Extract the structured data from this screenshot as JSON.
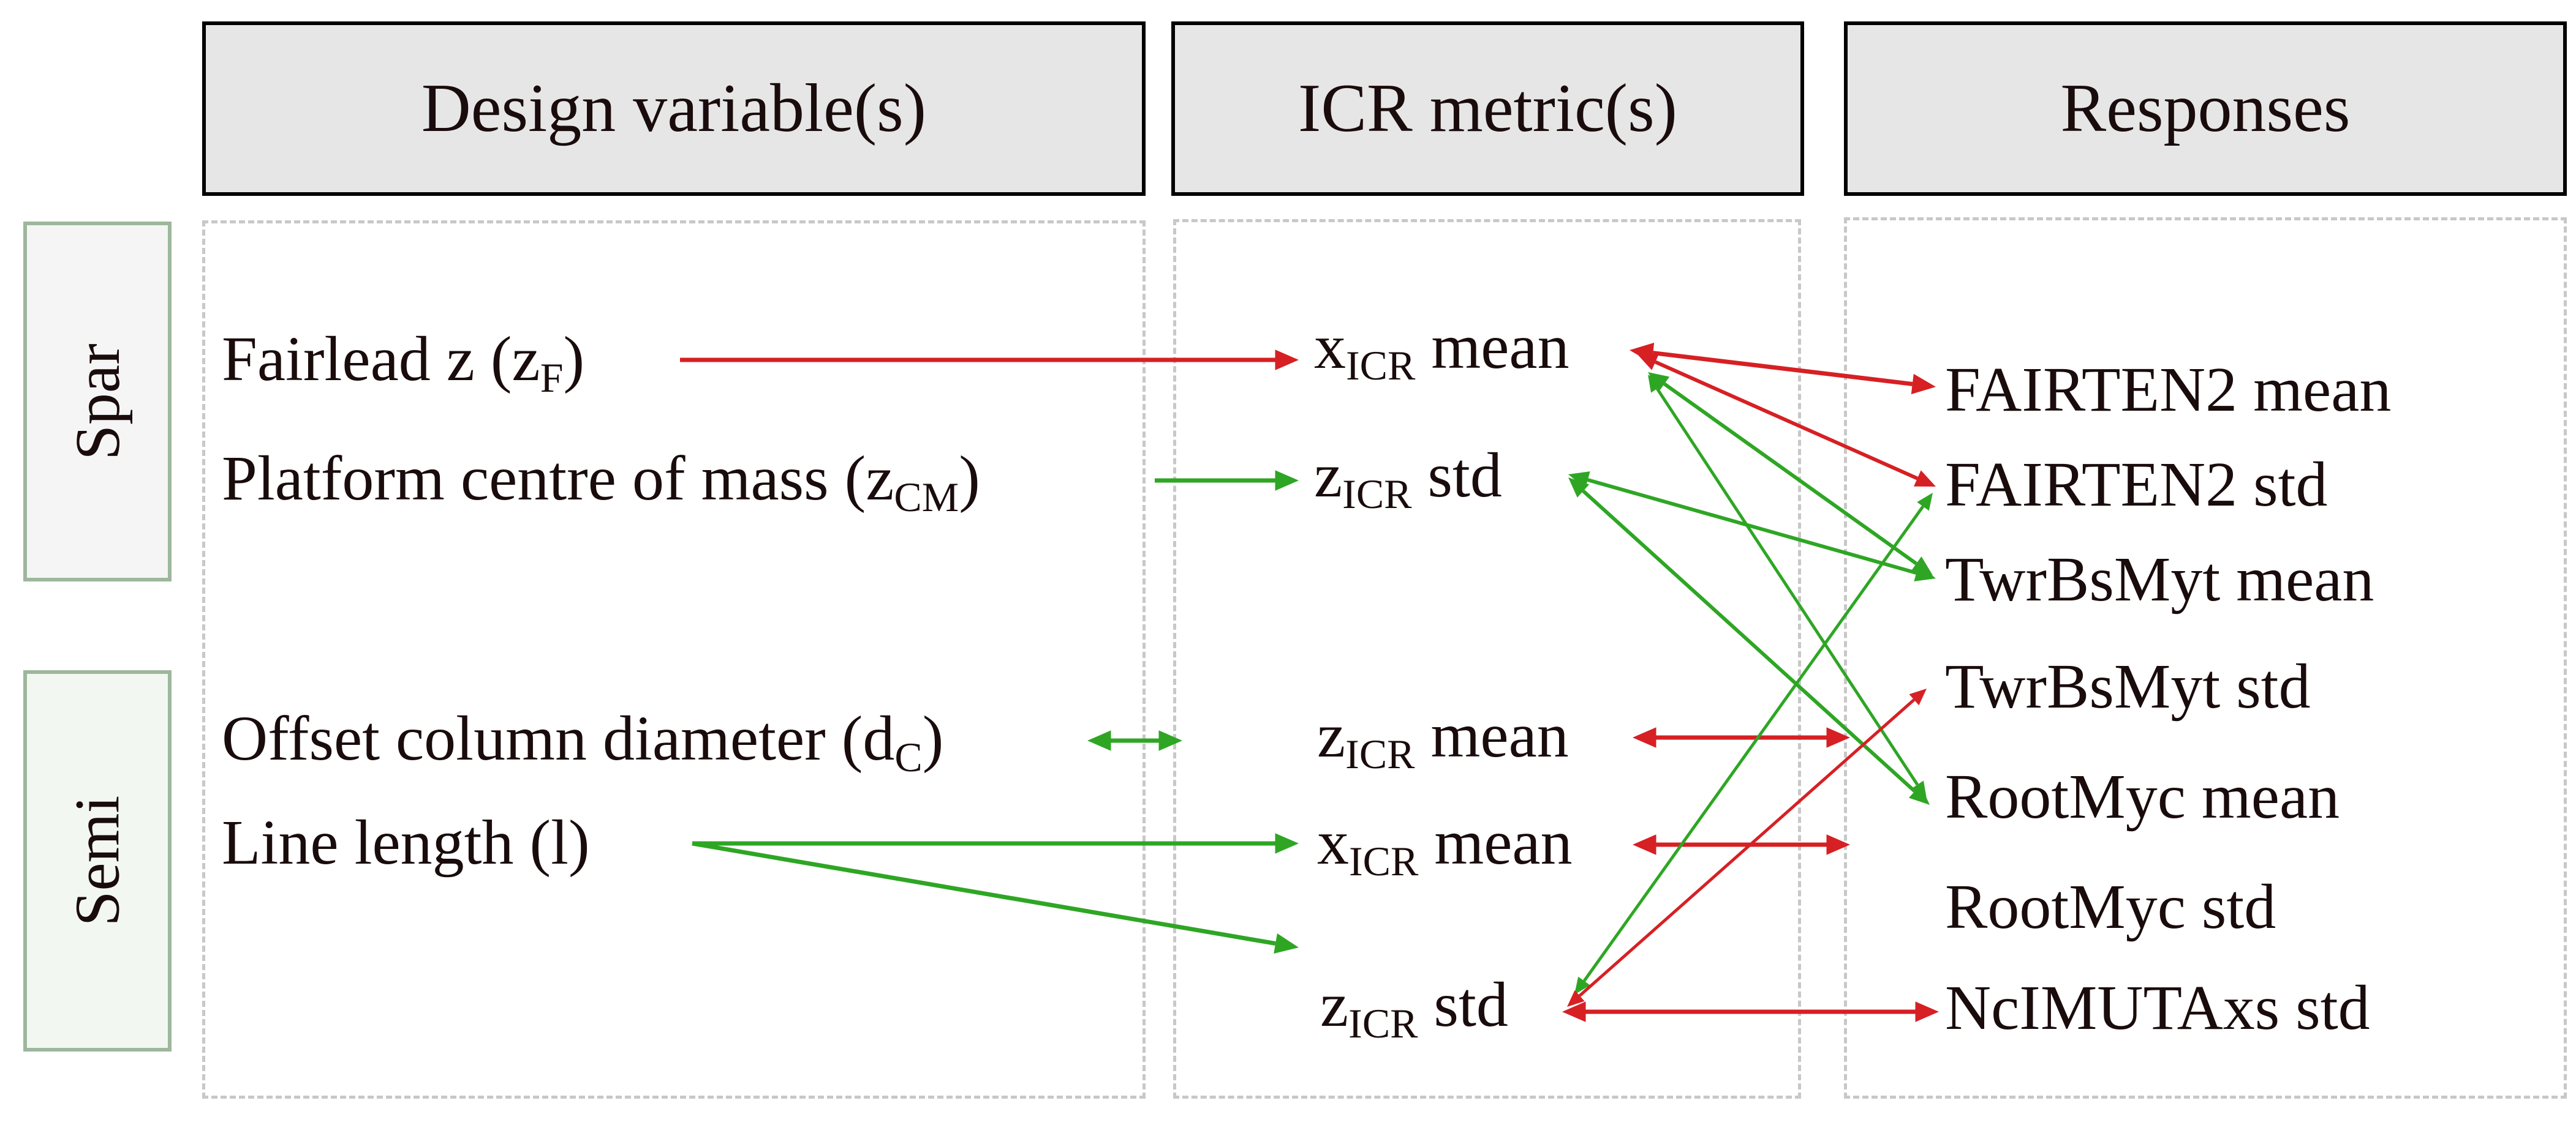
{
  "headers": {
    "design_variables": "Design variable(s)",
    "icr_metrics": "ICR metric(s)",
    "responses": "Responses"
  },
  "categories": {
    "spar": "Spar",
    "semi": "Semi"
  },
  "colors": {
    "negative_link": "#d62024",
    "positive_link": "#2ea624",
    "header_fill": "#e6e6e6",
    "category_border": "#9db79c",
    "panel_dash": "#c8c8c8"
  },
  "design_variables": [
    {
      "id": "dv_zf",
      "text": "Fairlead z (z",
      "sub": "F",
      "tail": ")",
      "category": "spar"
    },
    {
      "id": "dv_zcm",
      "text": "Platform centre of mass (z",
      "sub": "CM",
      "tail": ")",
      "category": "spar"
    },
    {
      "id": "dv_dc",
      "text": "Offset column diameter (d",
      "sub": "C",
      "tail": ")",
      "category": "semi"
    },
    {
      "id": "dv_l",
      "text": "Line length (l)",
      "sub": "",
      "tail": "",
      "category": "semi"
    }
  ],
  "icr_metrics": [
    {
      "id": "m_spar_xmean",
      "var": "x",
      "sub": "ICR",
      "stat": "mean",
      "category": "spar"
    },
    {
      "id": "m_spar_zstd",
      "var": "z",
      "sub": "ICR",
      "stat": "std",
      "category": "spar"
    },
    {
      "id": "m_semi_zmean",
      "var": "z",
      "sub": "ICR",
      "stat": "mean",
      "category": "semi"
    },
    {
      "id": "m_semi_xmean",
      "var": "x",
      "sub": "ICR",
      "stat": "mean",
      "category": "semi"
    },
    {
      "id": "m_semi_zstd",
      "var": "z",
      "sub": "ICR",
      "stat": "std",
      "category": "semi"
    }
  ],
  "responses": [
    {
      "id": "r_f2mean",
      "label": "FAIRTEN2 mean"
    },
    {
      "id": "r_f2std",
      "label": "FAIRTEN2 std"
    },
    {
      "id": "r_tbmean",
      "label": "TwrBsMyt mean"
    },
    {
      "id": "r_tbstd",
      "label": "TwrBsMyt std"
    },
    {
      "id": "r_rmmean",
      "label": "RootMyc mean"
    },
    {
      "id": "r_rmstd",
      "label": "RootMyc std"
    },
    {
      "id": "r_ncstd",
      "label": "NcIMUTAxs std"
    }
  ],
  "links": [
    {
      "from": "dv_zf",
      "to": "m_spar_xmean",
      "sign": "negative",
      "direction": "forward"
    },
    {
      "from": "dv_zcm",
      "to": "m_spar_zstd",
      "sign": "positive",
      "direction": "forward"
    },
    {
      "from": "dv_dc",
      "to": "m_semi_zmean",
      "sign": "positive",
      "direction": "both",
      "short": true
    },
    {
      "from": "dv_l",
      "to": "m_semi_xmean",
      "sign": "positive",
      "direction": "forward"
    },
    {
      "from": "dv_l",
      "to": "m_semi_zstd",
      "sign": "positive",
      "direction": "forward"
    },
    {
      "from": "m_spar_xmean",
      "to": "r_f2mean",
      "sign": "negative",
      "direction": "both"
    },
    {
      "from": "m_spar_xmean",
      "to": "r_f2std",
      "sign": "negative",
      "direction": "both"
    },
    {
      "from": "m_spar_xmean",
      "to": "r_tbmean",
      "sign": "positive",
      "direction": "both"
    },
    {
      "from": "m_spar_xmean",
      "to": "r_rmmean",
      "sign": "positive",
      "direction": "both"
    },
    {
      "from": "m_spar_zstd",
      "to": "r_tbmean",
      "sign": "positive",
      "direction": "both"
    },
    {
      "from": "m_spar_zstd",
      "to": "r_rmmean",
      "sign": "positive",
      "direction": "both"
    },
    {
      "from": "m_semi_zmean",
      "to": "responses",
      "sign": "negative",
      "direction": "both",
      "short": true
    },
    {
      "from": "m_semi_xmean",
      "to": "responses",
      "sign": "negative",
      "direction": "both",
      "short": true
    },
    {
      "from": "m_semi_zstd",
      "to": "r_f2std",
      "sign": "positive",
      "direction": "both"
    },
    {
      "from": "m_semi_zstd",
      "to": "r_tbstd",
      "sign": "negative",
      "direction": "both"
    },
    {
      "from": "m_semi_zstd",
      "to": "r_ncstd",
      "sign": "negative",
      "direction": "both"
    }
  ]
}
